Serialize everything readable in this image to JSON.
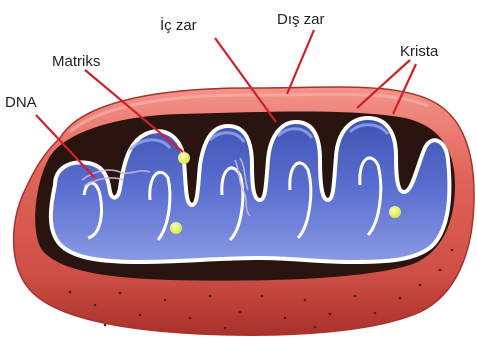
{
  "diagram": {
    "labels": {
      "dna": "DNA",
      "matrix": "Matriks",
      "inner_membrane": "İç zar",
      "outer_membrane": "Dış zar",
      "crista": "Krista"
    },
    "colors": {
      "outer_membrane": "#d9534a",
      "outer_membrane_highlight": "#f08a82",
      "outer_membrane_shadow": "#a8322c",
      "intermembrane_space": "#2a1410",
      "inner_membrane": "#ffffff",
      "matrix": "#4a5fc1",
      "matrix_light": "#8d9de6",
      "ribosome": "#e8f25a",
      "leader_line": "#d0202a",
      "text": "#231f20"
    }
  }
}
